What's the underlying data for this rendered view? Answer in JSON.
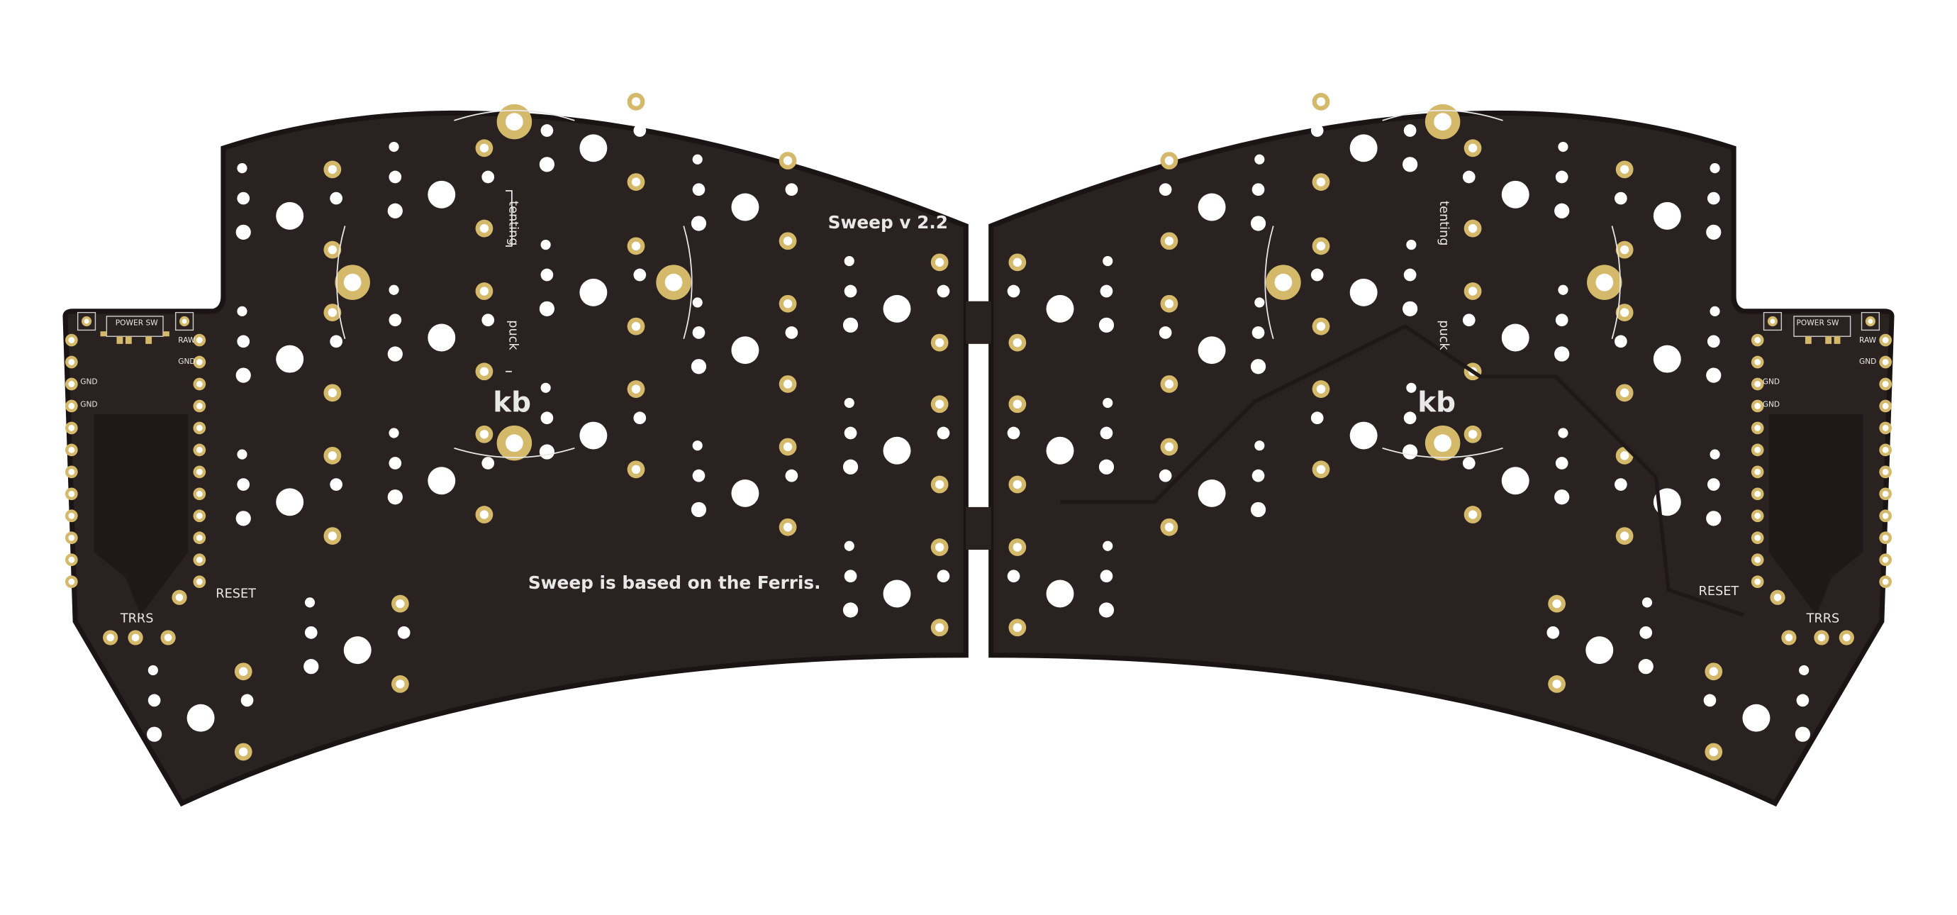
{
  "colors": {
    "board": "#2a2220",
    "outline": "#1a1514",
    "pad": "#d4b96a",
    "hole": "#ffffff",
    "silkscreen": "#e8e8e8"
  },
  "left_board": {
    "title": "Sweep v 2.2",
    "credit": "Sweep is based on the Ferris.",
    "tenting": "tenting",
    "puck": "puck",
    "logo": "kb",
    "power_switch": "POWER SW",
    "pin_raw": "RAW",
    "pin_gnd_right": "GND",
    "pin_gnd_1": "GND",
    "pin_gnd_2": "GND",
    "reset": "RESET",
    "trrs": "TRRS"
  },
  "right_board": {
    "tenting": "tenting",
    "puck": "puck",
    "logo": "kb",
    "power_switch": "POWER SW",
    "pin_raw": "RAW",
    "pin_gnd_right": "GND",
    "pin_gnd_1": "GND",
    "pin_gnd_2": "GND",
    "reset": "RESET",
    "trrs": "TRRS"
  }
}
